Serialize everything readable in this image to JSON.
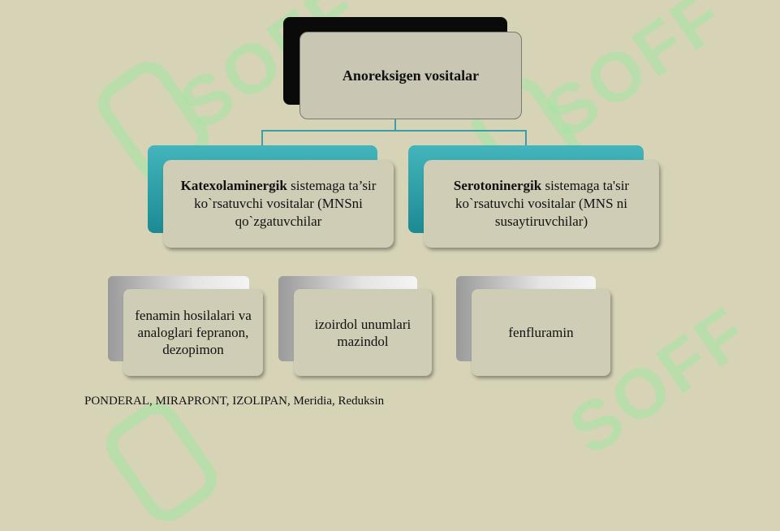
{
  "watermark": "SOFF",
  "root": {
    "label": "Anoreksigen vositalar"
  },
  "branches": [
    {
      "bold": "Katexolaminergik",
      "rest": " sistemaga ta’sir ko`rsatuvchi vositalar (MNSni qo`zgatuvchilar"
    },
    {
      "bold": "Serotoninergik",
      "rest": " sistemaga ta'sir ko`rsatuvchi vositalar (MNS ni susaytiruvchilar)"
    }
  ],
  "leaves": [
    {
      "label": "fenamin hosilalari va analoglari fepranon, dezopimon"
    },
    {
      "label": "izoirdol unumlari mazindol"
    },
    {
      "label": "fenfluramin"
    }
  ],
  "footer": {
    "text": "PONDERAL, MIRAPRONT, IZOLIPAN, Meridia, Reduksin"
  },
  "colors": {
    "background": "#d6d3b6",
    "accent": "#1c8a92",
    "connector": "#3e9ea6"
  }
}
